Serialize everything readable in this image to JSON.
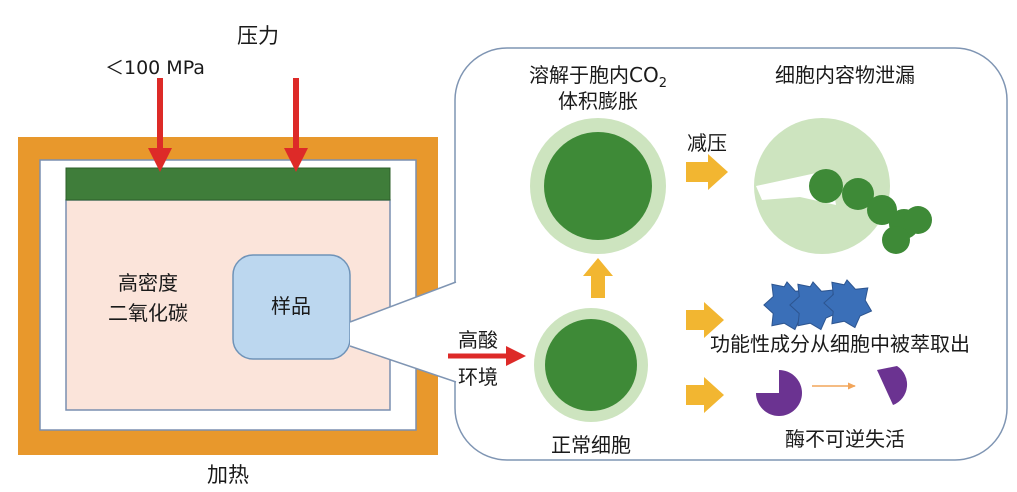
{
  "labels": {
    "pressure": "压力",
    "pressure_value": "＜100 MPa",
    "heating": "加热",
    "dense_co2_line1": "高密度",
    "dense_co2_line2": "二氧化碳",
    "sample": "样品",
    "acid_line1": "高酸",
    "acid_line2": "环境",
    "co2_expand_line1_main": "溶解于胞内CO",
    "co2_expand_line1_sub": "2",
    "co2_expand_line2": "体积膨胀",
    "depressurize": "减压",
    "leakage": "细胞内容物泄漏",
    "extraction": "功能性成分从细胞中被萃取出",
    "normal_cell": "正常细胞",
    "enzyme_inactivation": "酶不可逆失活"
  },
  "colors": {
    "heater": "#e8982c",
    "piston": "#3f7d3a",
    "co2_fill": "#fbe4da",
    "sample_fill": "#bcd7ef",
    "sample_stroke": "#6f93b8",
    "pressure_arrow": "#dd2a28",
    "process_arrow": "#f2b631",
    "cell_outer": "#cde4bf",
    "cell_inner": "#3e8a37",
    "star": "#3a6fb8",
    "enzyme": "#6b3391",
    "panel_stroke": "#7f95b3"
  }
}
